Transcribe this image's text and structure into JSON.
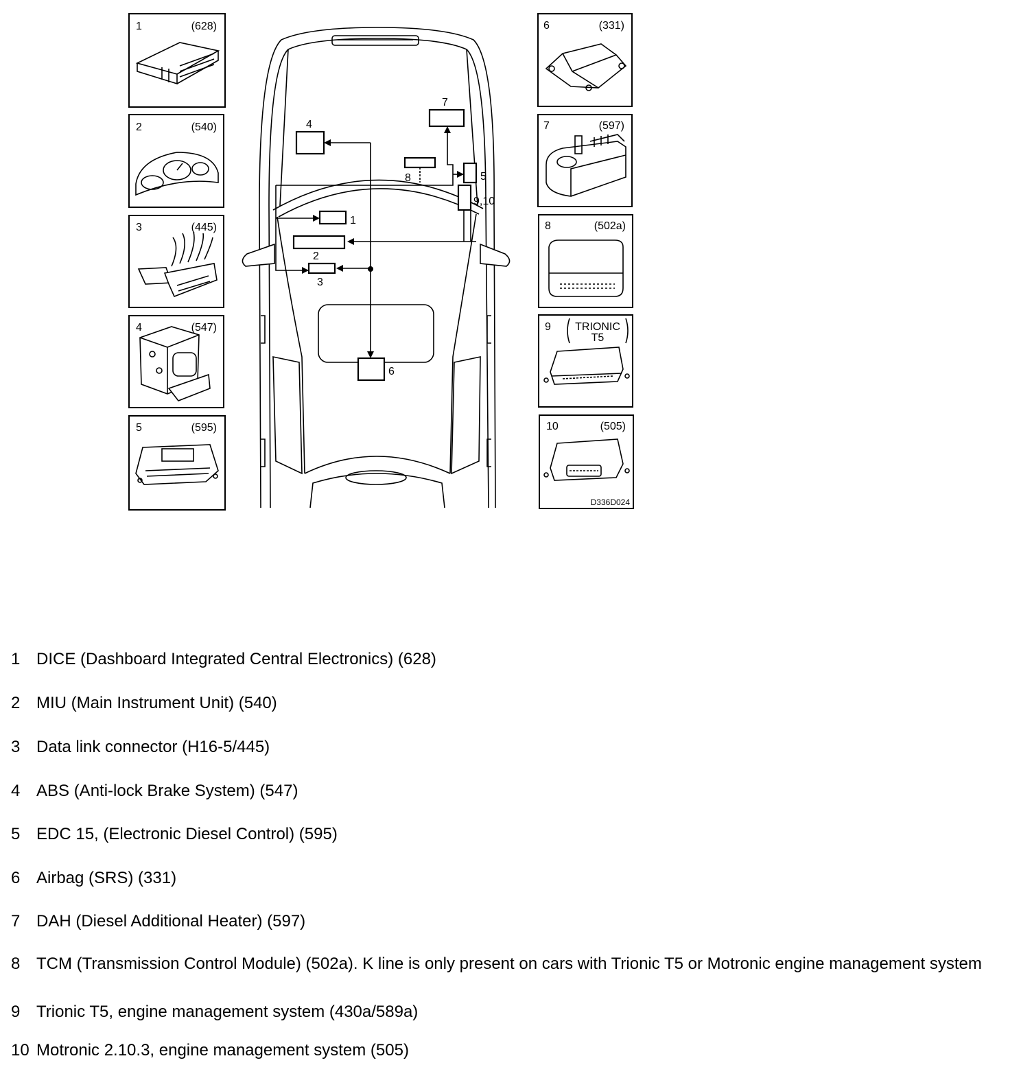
{
  "panels": [
    {
      "num": "1",
      "code": "(628)"
    },
    {
      "num": "2",
      "code": "(540)"
    },
    {
      "num": "3",
      "code": "(445)"
    },
    {
      "num": "4",
      "code": "(547)"
    },
    {
      "num": "5",
      "code": "(595)"
    },
    {
      "num": "6",
      "code": "(331)"
    },
    {
      "num": "7",
      "code": "(597)"
    },
    {
      "num": "8",
      "code": "(502a)"
    },
    {
      "num": "9",
      "code_line1": "TRIONIC",
      "code_line2": "T5"
    },
    {
      "num": "10",
      "code": "(505)"
    }
  ],
  "figure_ref": "D336D024",
  "car_labels": {
    "m1": "1",
    "m2": "2",
    "m3": "3",
    "m4": "4",
    "m5": "5",
    "m6": "6",
    "m7": "7",
    "m8": "8",
    "m9_10": "9,10"
  },
  "legend": [
    {
      "num": "1",
      "text": "DICE (Dashboard Integrated Central Electronics) (628)"
    },
    {
      "num": "2",
      "text": "MIU (Main Instrument Unit) (540)"
    },
    {
      "num": "3",
      "text": "Data link connector (H16-5/445)"
    },
    {
      "num": "4",
      "text": "ABS (Anti-lock Brake System) (547)"
    },
    {
      "num": "5",
      "text": "EDC 15, (Electronic Diesel Control) (595)"
    },
    {
      "num": "6",
      "text": "Airbag (SRS) (331)"
    },
    {
      "num": "7",
      "text": "DAH (Diesel Additional Heater) (597)"
    },
    {
      "num": "8",
      "text": "TCM (Transmission Control Module) (502a). K line is only present on cars with Trionic T5 or Motronic engine management system"
    },
    {
      "num": "9",
      "text": "Trionic T5, engine management system (430a/589a)"
    },
    {
      "num": "10",
      "text": "Motronic 2.10.3, engine management system (505)"
    }
  ]
}
